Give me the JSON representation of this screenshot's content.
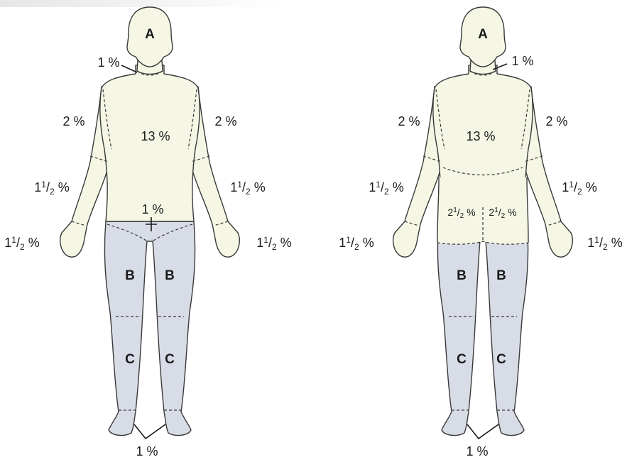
{
  "colors": {
    "upper_fill": "#f5f6e4",
    "lower_fill": "#d8dce6",
    "outline": "#3a3a3a",
    "dashes": "#3a3a3a"
  },
  "front": {
    "head": "A",
    "neck": "1 %",
    "upper_arm_left": "2 %",
    "upper_arm_right": "2 %",
    "trunk": "13 %",
    "forearm_left_whole": "1",
    "forearm_left_num": "1",
    "forearm_left_den": "2",
    "forearm_left_unit": " %",
    "forearm_right_whole": "1",
    "forearm_right_num": "1",
    "forearm_right_den": "2",
    "forearm_right_unit": " %",
    "hand_left_whole": "1",
    "hand_left_num": "1",
    "hand_left_den": "2",
    "hand_left_unit": " %",
    "hand_right_whole": "1",
    "hand_right_num": "1",
    "hand_right_den": "2",
    "hand_right_unit": " %",
    "genital": "1 %",
    "thigh_left": "B",
    "thigh_right": "B",
    "leg_left": "C",
    "leg_right": "C",
    "feet": "1 %"
  },
  "back": {
    "head": "A",
    "neck": "1 %",
    "upper_arm_left": "2 %",
    "upper_arm_right": "2 %",
    "trunk": "13 %",
    "forearm_left_whole": "1",
    "forearm_left_num": "1",
    "forearm_left_den": "2",
    "forearm_left_unit": " %",
    "forearm_right_whole": "1",
    "forearm_right_num": "1",
    "forearm_right_den": "2",
    "forearm_right_unit": " %",
    "hand_left_whole": "1",
    "hand_left_num": "1",
    "hand_left_den": "2",
    "hand_left_unit": " %",
    "hand_right_whole": "1",
    "hand_right_num": "1",
    "hand_right_den": "2",
    "hand_right_unit": " %",
    "buttock_left_whole": "2",
    "buttock_left_num": "1",
    "buttock_left_den": "2",
    "buttock_left_unit": " %",
    "buttock_right_whole": "2",
    "buttock_right_num": "1",
    "buttock_right_den": "2",
    "buttock_right_unit": " %",
    "thigh_left": "B",
    "thigh_right": "B",
    "leg_left": "C",
    "leg_right": "C",
    "feet": "1 %"
  }
}
